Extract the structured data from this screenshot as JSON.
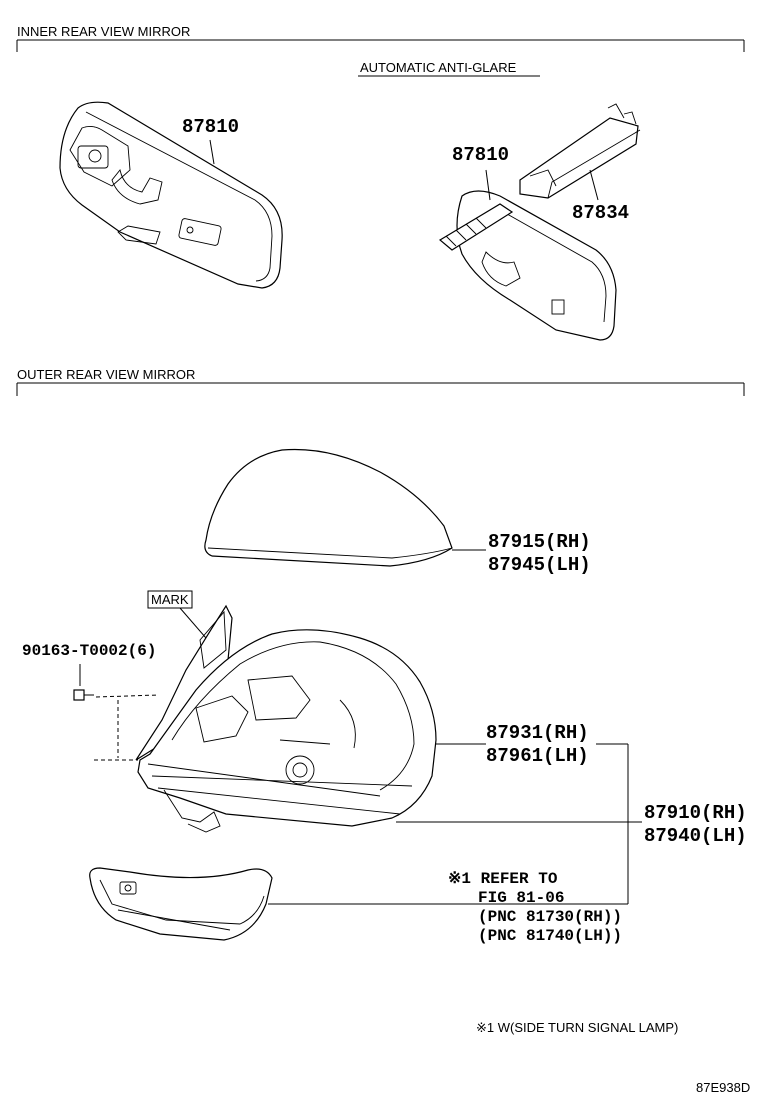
{
  "sections": {
    "inner_title": "INNER REAR VIEW MIRROR",
    "outer_title": "OUTER REAR VIEW MIRROR"
  },
  "inner": {
    "auto_label": "AUTOMATIC ANTI-GLARE",
    "mirror_std_pn": "87810",
    "mirror_auto_pn": "87810",
    "cover_pn": "87834"
  },
  "outer": {
    "cover_rh": "87915(RH)",
    "cover_lh": "87945(LH)",
    "mark_label": "MARK",
    "screw_pn": "90163-T0002(6)",
    "sub_rh": "87931(RH)",
    "sub_lh": "87961(LH)",
    "assy_rh": "87910(RH)",
    "assy_lh": "87940(LH)",
    "refer_line1": "※1 REFER TO",
    "refer_line2": "FIG 81-06",
    "refer_line3": "(PNC 81730(RH))",
    "refer_line4": "(PNC 81740(LH))"
  },
  "footnote": "※1 W(SIDE TURN SIGNAL LAMP)",
  "figure_code": "87E938D"
}
